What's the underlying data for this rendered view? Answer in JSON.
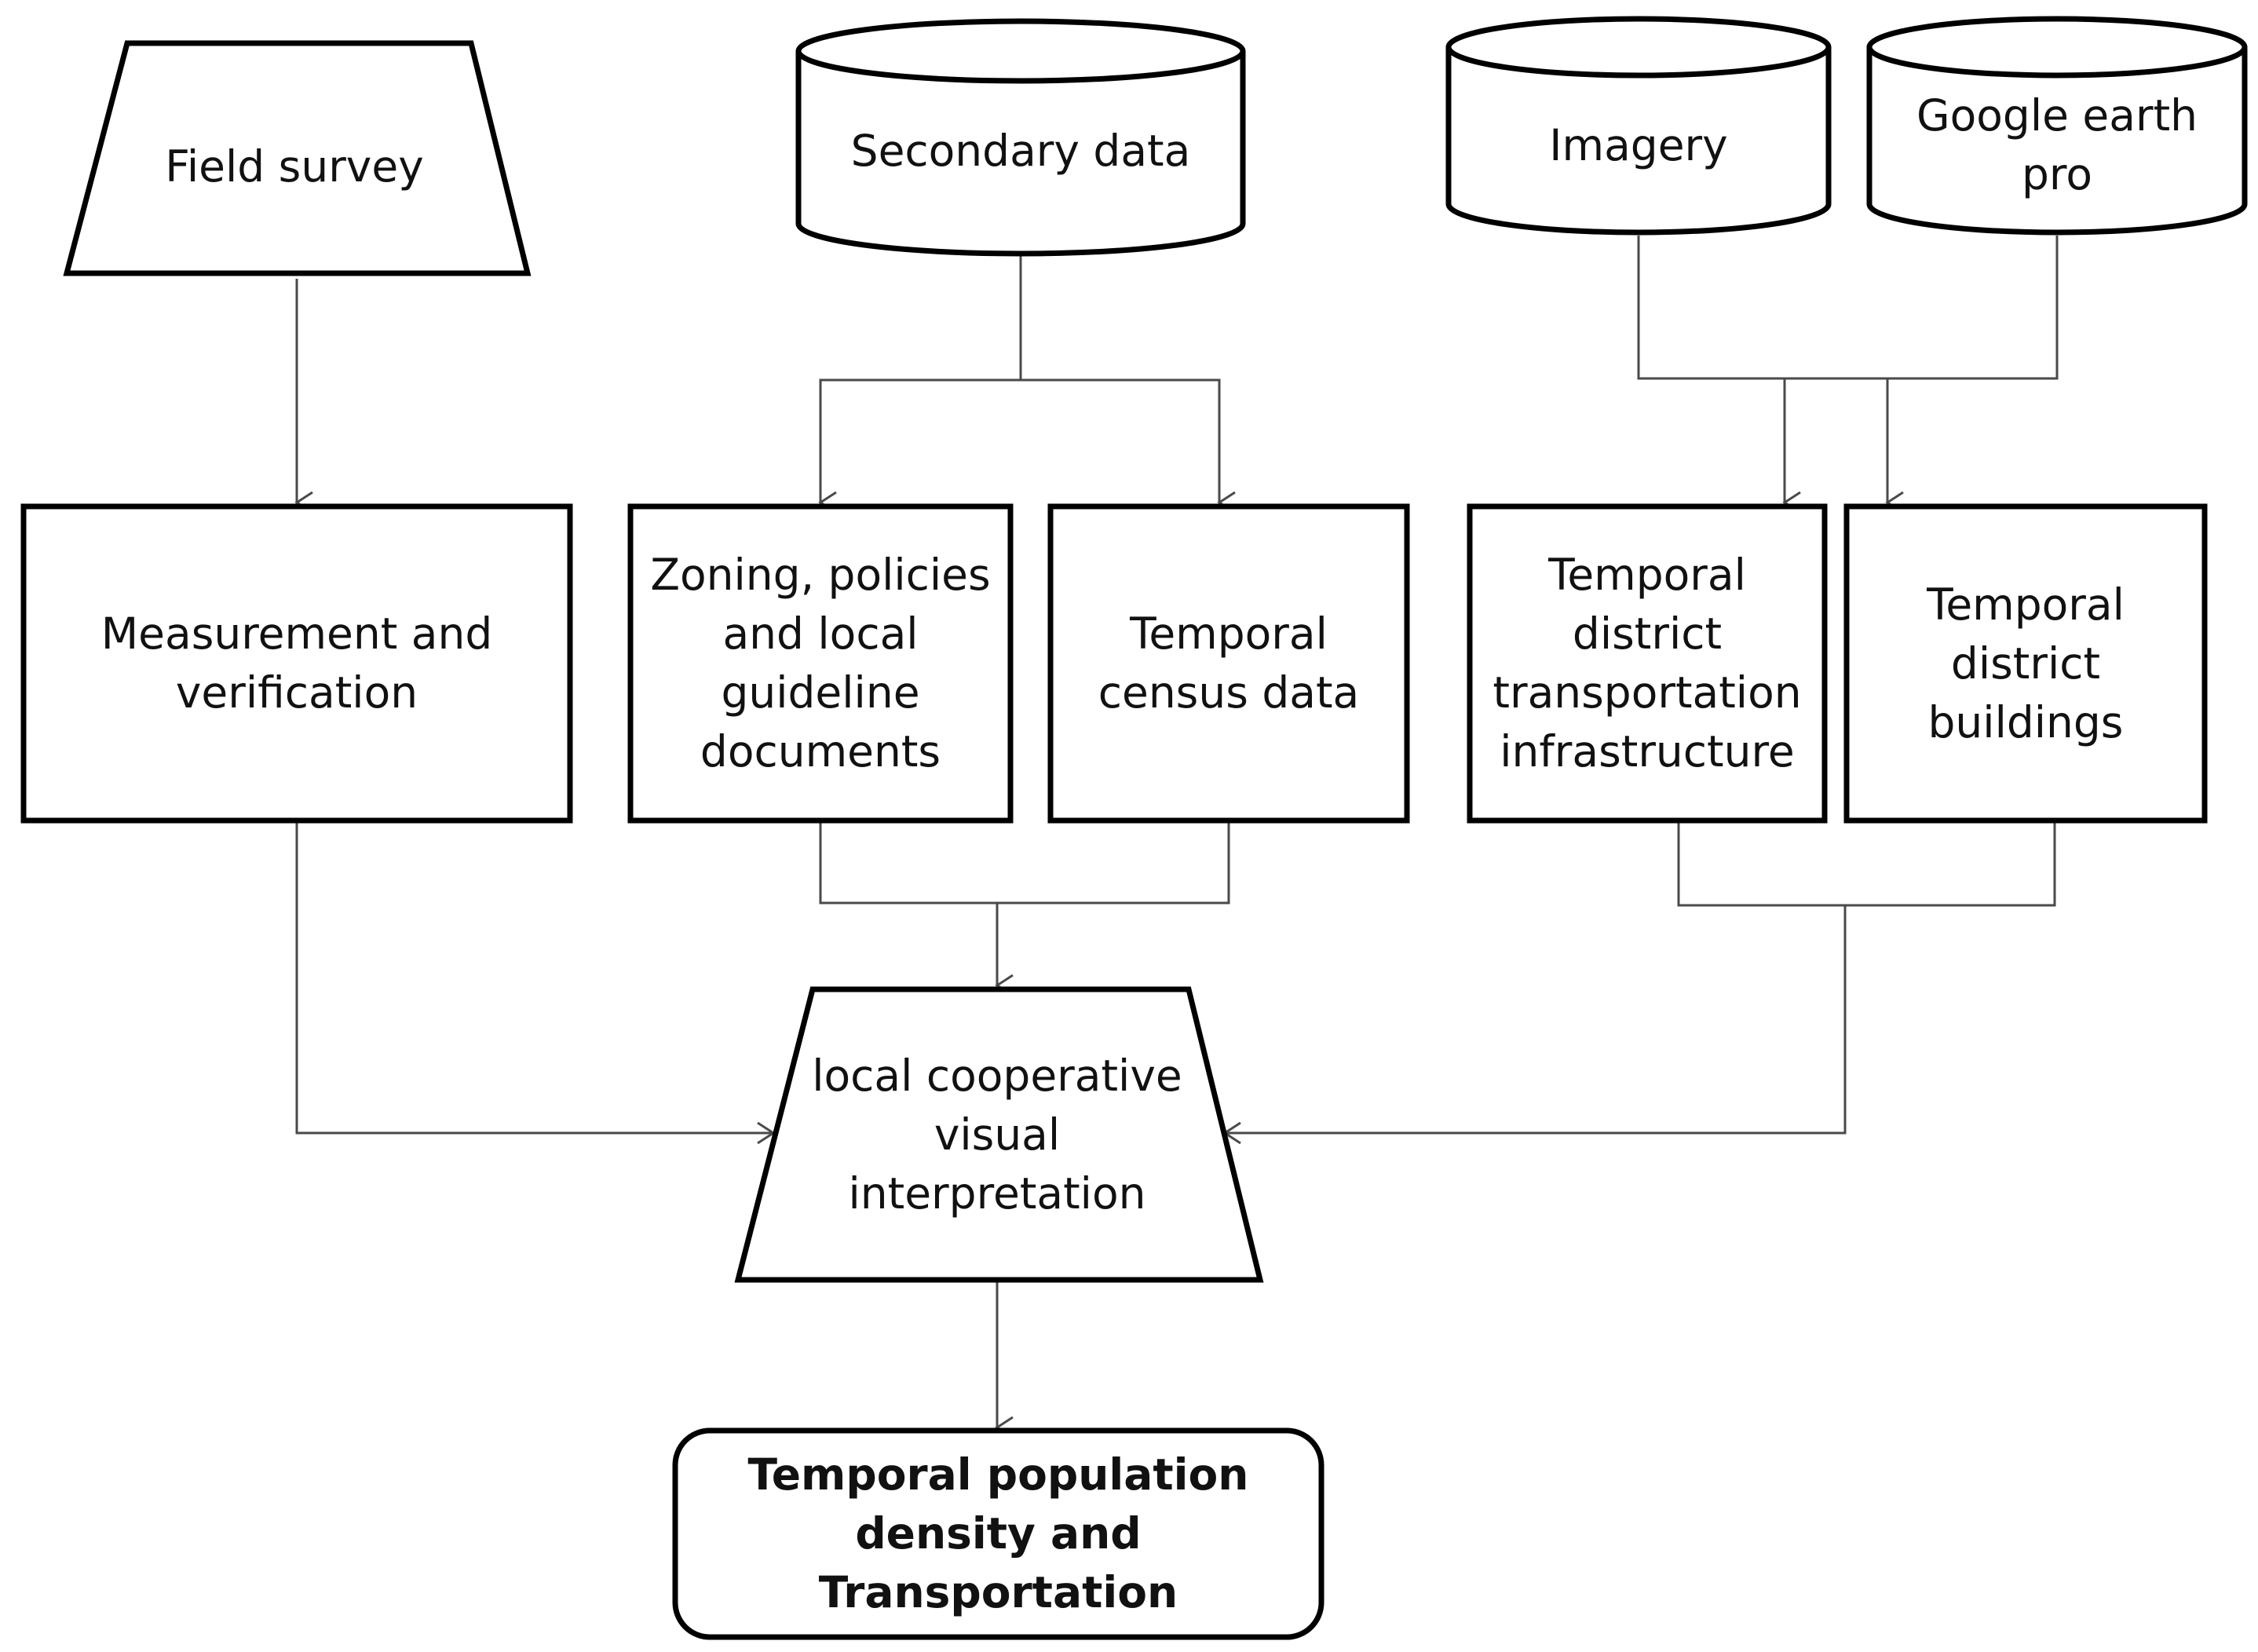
{
  "nodes": {
    "field_survey": "Field survey",
    "secondary_data": "Secondary data",
    "imagery": "Imagery",
    "google_earth_pro": "Google earth\npro",
    "measurement_verification": "Measurement and\nverification",
    "zoning_policies": "Zoning, policies\nand local\nguideline\ndocuments",
    "temporal_census": "Temporal\ncensus data",
    "temporal_transport": "Temporal\ndistrict\ntransportation\ninfrastructure",
    "temporal_buildings": "Temporal\ndistrict\nbuildings",
    "visual_interpretation": "local cooperative\nvisual\ninterpretation",
    "output": "Temporal population\ndensity and Transportation"
  },
  "colors": {
    "stroke": "#000000",
    "connector": "#4a4a4a",
    "fill": "#ffffff",
    "text": "#111111"
  }
}
